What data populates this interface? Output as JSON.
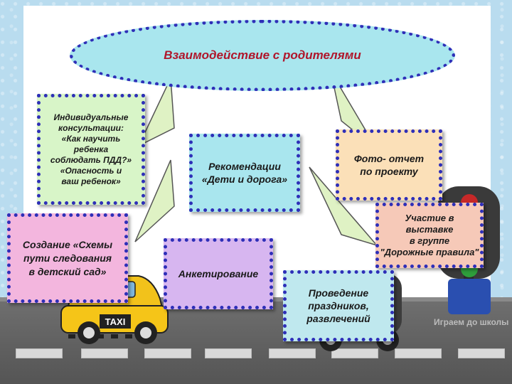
{
  "title": "Взаимодействие с родителями",
  "boxes": {
    "consult": "Индивидуальные\nконсультации:\n«Как научить\nребенка\nсоблюдать ПДД?»\n«Опасность и\nваш ребенок»",
    "recommend": "Рекомендации\n«Дети и дорога»",
    "photo": "Фото- отчет\nпо проекту",
    "exhibit": "Участие в\nвыставке\nв группе\n\"Дорожные правила\"",
    "scheme": "Создание «Схемы\nпути следования\nв детский сад»",
    "survey": "Анкетирование",
    "holidays": "Проведение\nпраздников,\nразвлечений"
  },
  "taxi_label": "TAXI",
  "watermark": "Играем до школы",
  "colors": {
    "ellipse_fill": "#a9e6ee",
    "title_color": "#b0162b",
    "border": "#2e2fb8",
    "consult": "#d8f5c8",
    "recommend": "#a9e6ee",
    "photo": "#fbe0b8",
    "exhibit": "#f6c9b8",
    "scheme": "#f3b6de",
    "survey": "#d7b6f0",
    "holidays": "#bfe8ee"
  }
}
